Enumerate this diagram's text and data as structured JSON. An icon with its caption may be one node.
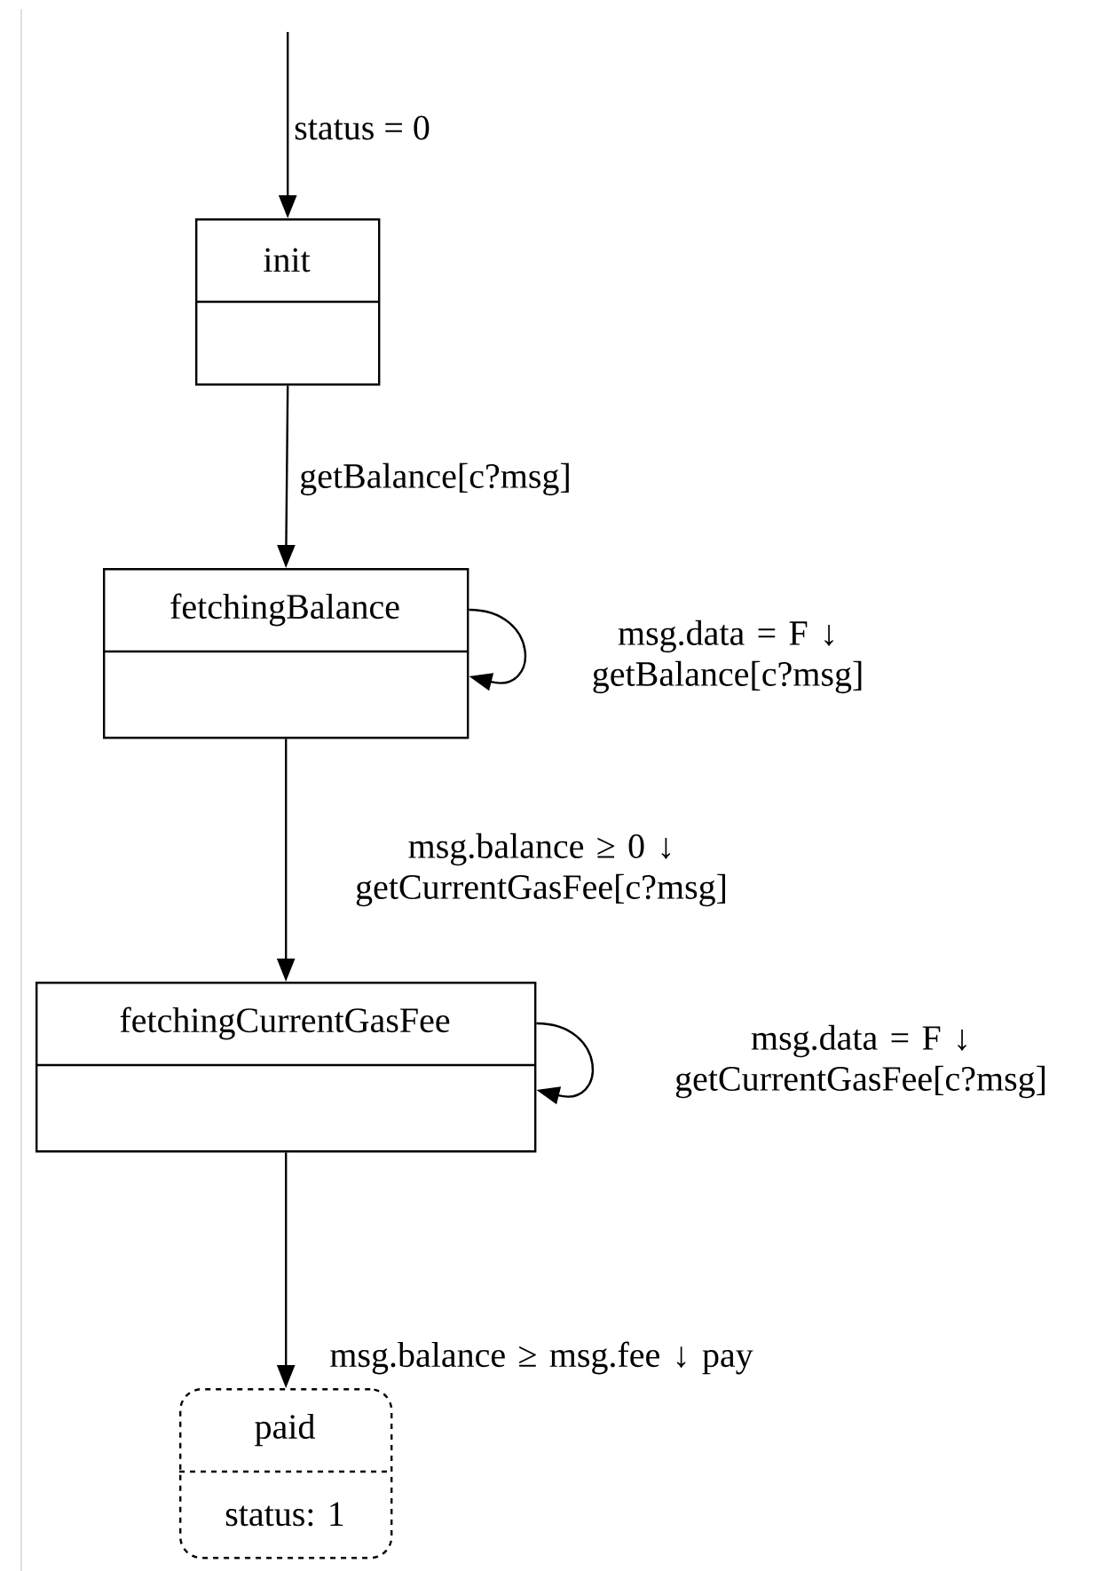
{
  "diagram": {
    "nodes": [
      {
        "text": [
          "init"
        ]
      },
      {
        "text": [
          "fetchingBalance"
        ]
      },
      {
        "text": [
          "fetchingCurrentGasFee"
        ]
      },
      {
        "text": [
          "paid",
          "status: 1"
        ]
      }
    ],
    "edges": [
      {
        "from": null,
        "to": 0,
        "arrow": "to",
        "label": "status = 0"
      },
      {
        "from": 0,
        "to": 1,
        "arrow": "to",
        "label": "getBalance[c?msg]"
      },
      {
        "from": 1,
        "to": 1,
        "arrow": "to",
        "label": "msg.data = F ↓ getBalance[c?msg]"
      },
      {
        "from": 1,
        "to": 2,
        "arrow": "to",
        "label": "msg.balance ≥ 0 ↓ getCurrentGasFee[c?msg]"
      },
      {
        "from": 2,
        "to": 2,
        "arrow": "to",
        "label": "msg.data = F ↓ getCurrentGasFee[c?msg]"
      },
      {
        "from": 2,
        "to": 3,
        "arrow": "to",
        "label": "msg.balance ≥ msg.fee ↓ pay"
      }
    ]
  }
}
